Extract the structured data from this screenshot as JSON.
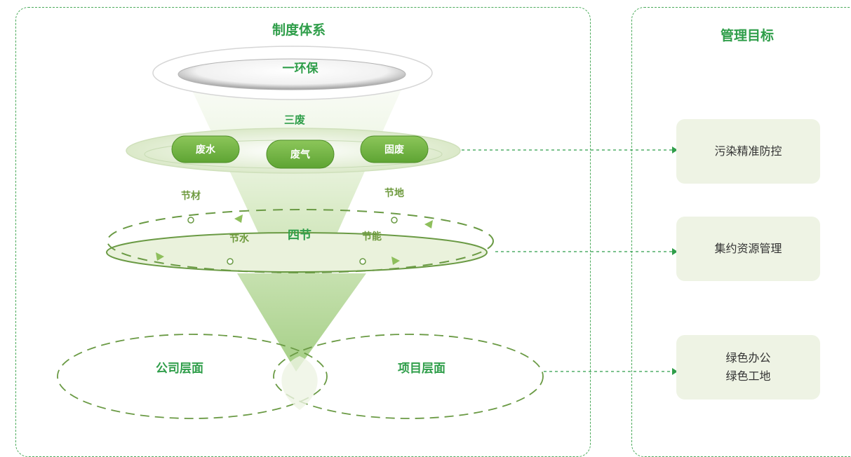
{
  "system": {
    "title": "制度体系",
    "one_env": "一环保",
    "three_waste": {
      "label": "三废",
      "items": [
        "废水",
        "废气",
        "固废"
      ]
    },
    "four_save": {
      "label": "四节",
      "items": [
        "节材",
        "节地",
        "节水",
        "节能"
      ]
    },
    "levels": [
      "公司层面",
      "项目层面"
    ]
  },
  "goals": {
    "title": "管理目标",
    "items": [
      {
        "lines": [
          "污染精准防控"
        ]
      },
      {
        "lines": [
          "集约资源管理"
        ]
      },
      {
        "lines": [
          "绿色办公",
          "绿色工地"
        ]
      }
    ]
  },
  "colors": {
    "accent": "#2f9e4a",
    "pill_green": "#6fb43f",
    "goal_bg": "#eef3e4",
    "dashed_line": "#4aaa5a"
  }
}
